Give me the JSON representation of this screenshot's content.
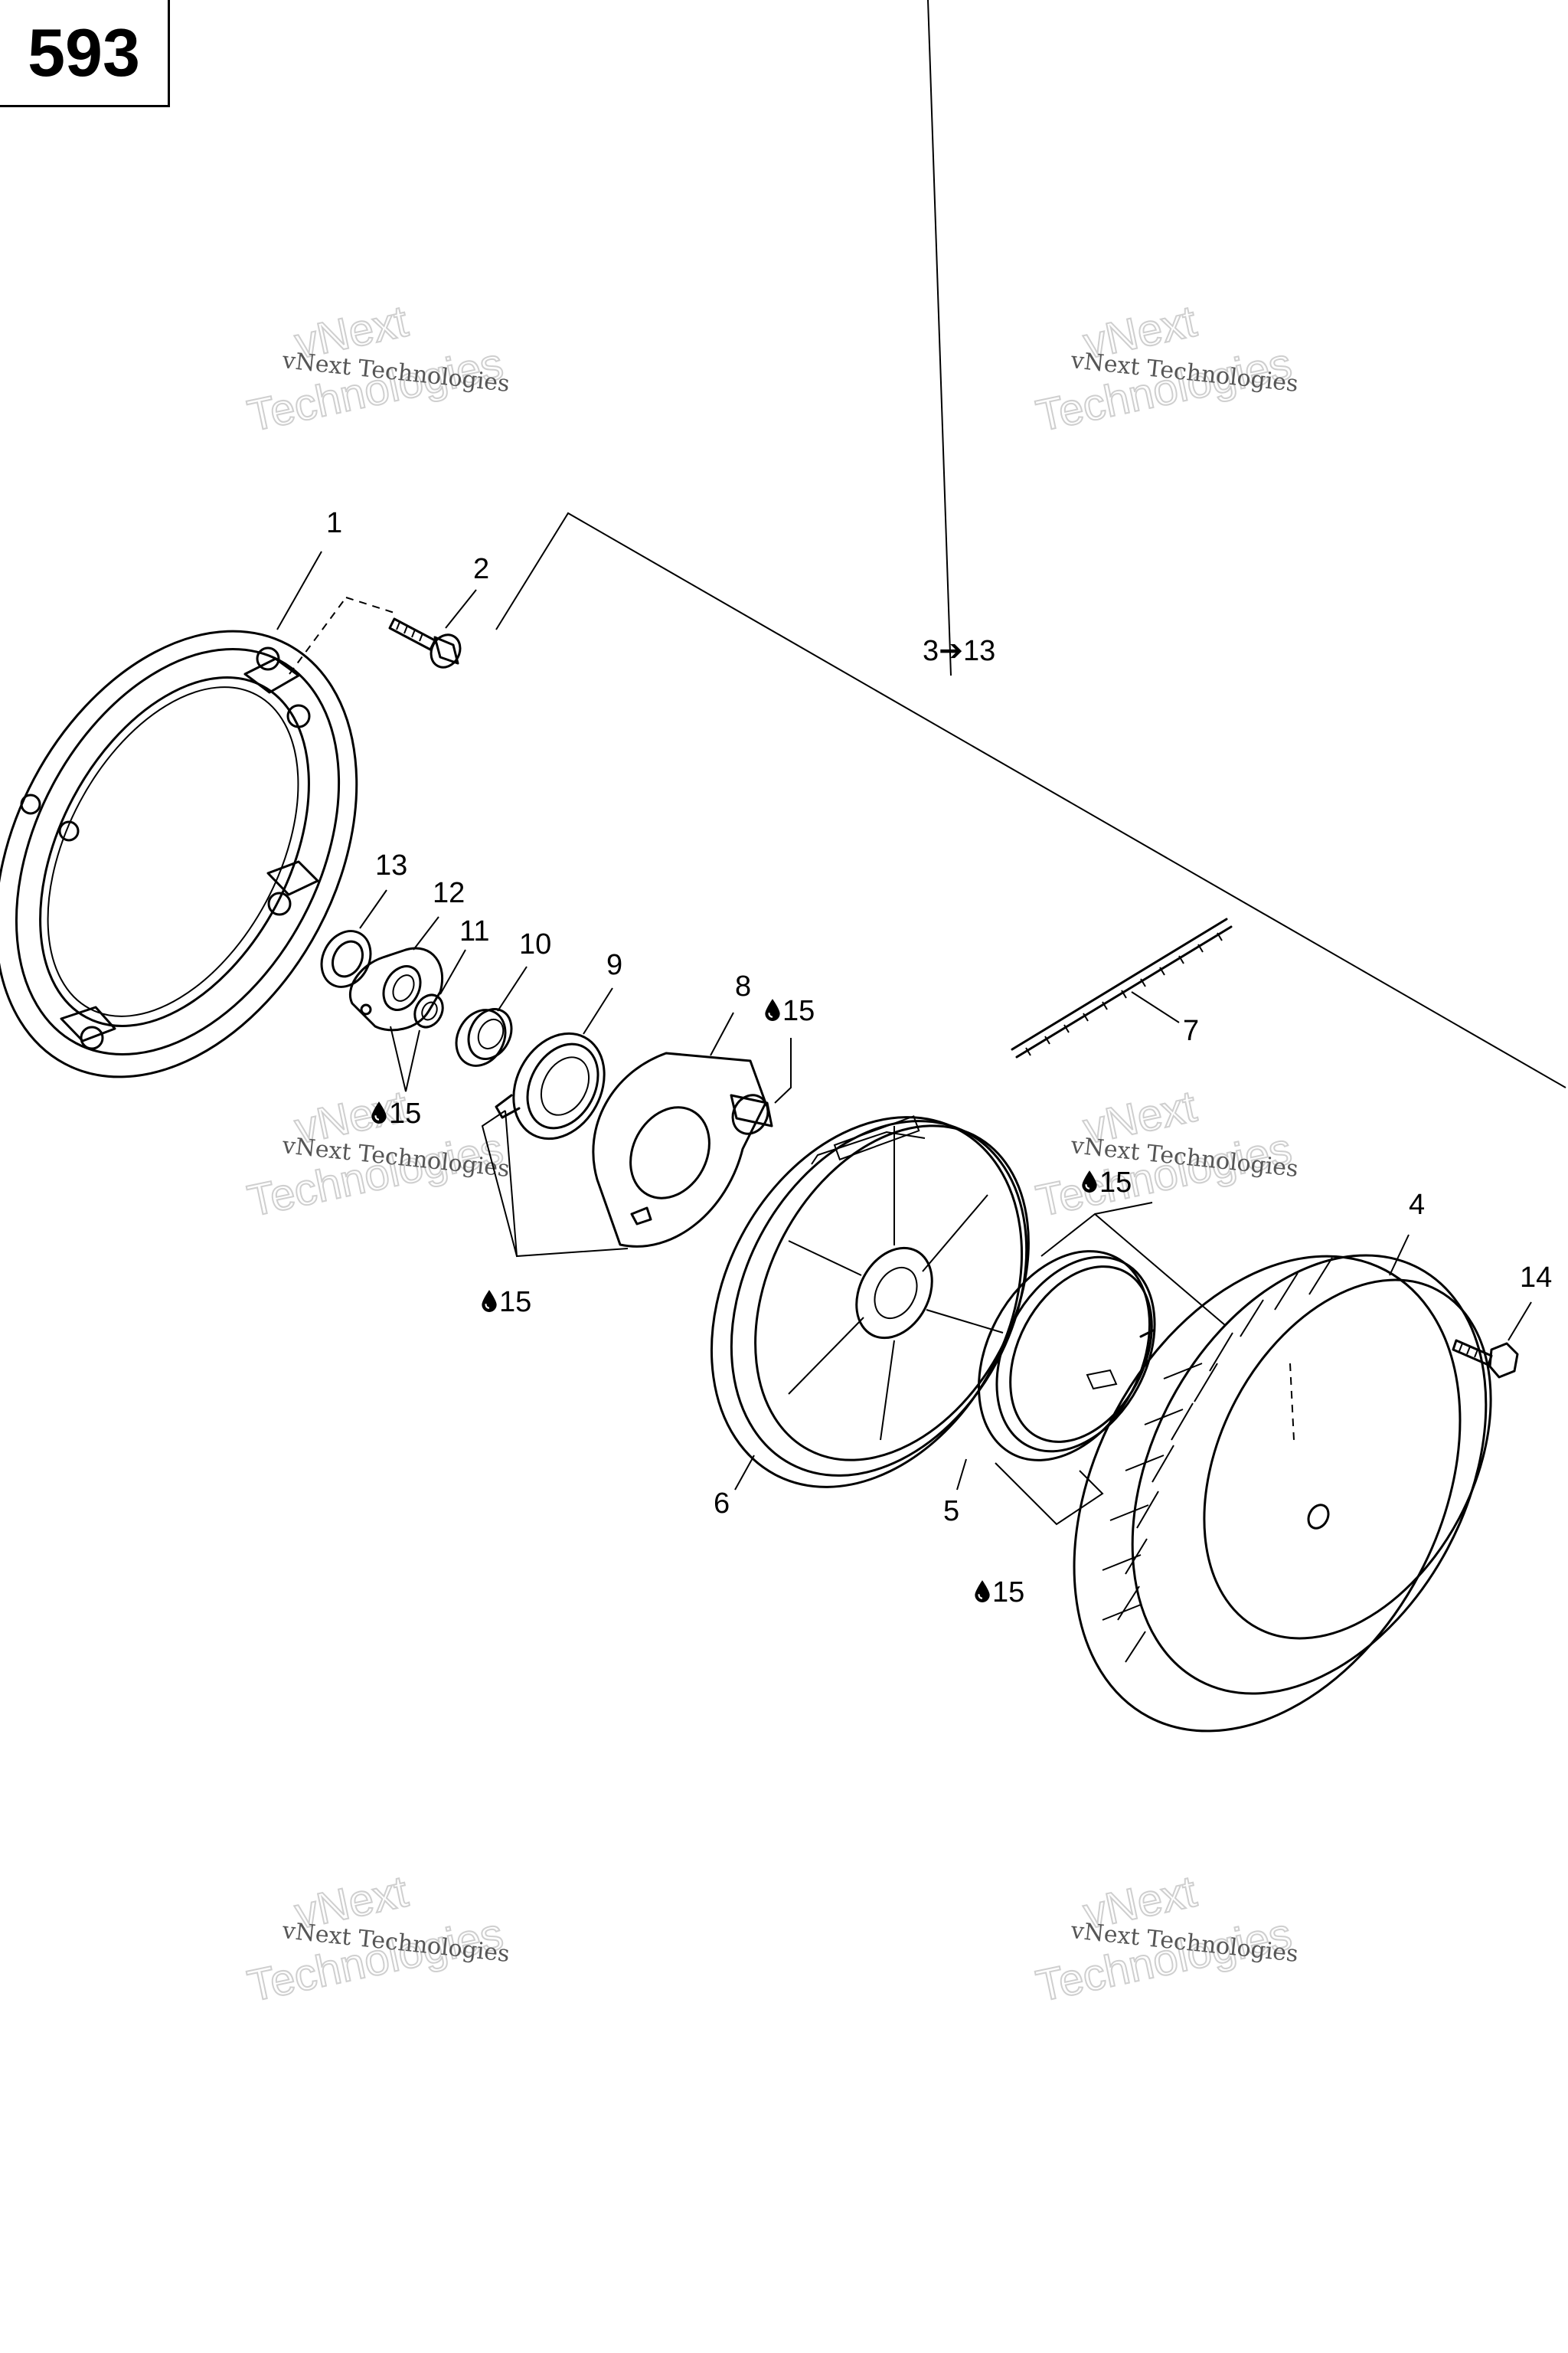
{
  "page_number": "593",
  "watermark": {
    "line_small": "vNext Technologies",
    "line_big_1": "vNext",
    "line_big_2": "Technologies"
  },
  "callouts": {
    "p1": "1",
    "p2": "2",
    "assembly": "3➔13",
    "p4": "4",
    "p5": "5",
    "p6": "6",
    "p7": "7",
    "p8": "8",
    "p9": "9",
    "p10": "10",
    "p11": "11",
    "p12": "12",
    "p13": "13",
    "p14": "14",
    "lube_ref": "15"
  },
  "icons": {
    "lube": "oil-drop-icon"
  }
}
